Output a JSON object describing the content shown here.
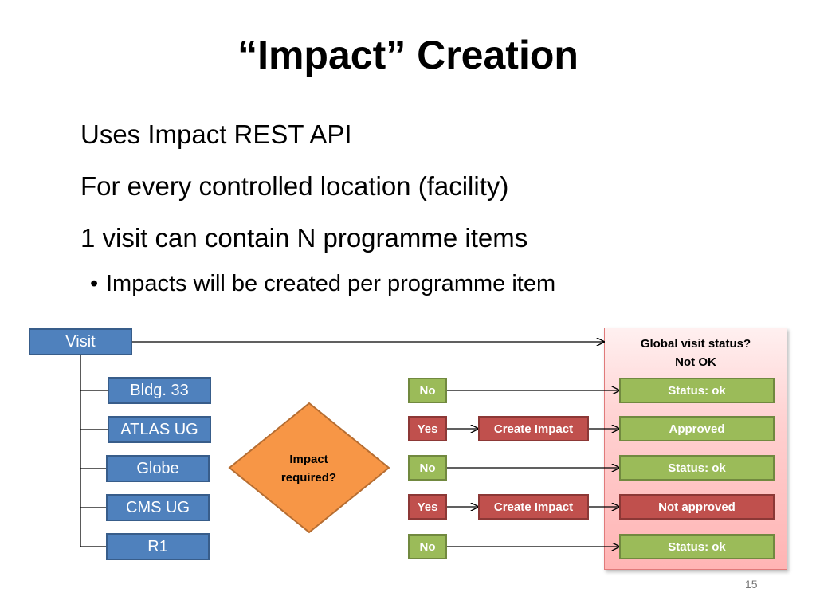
{
  "slide": {
    "title": "“Impact” Creation",
    "lines": [
      "Uses Impact REST API",
      "For every controlled location (facility)",
      "1 visit can contain N programme items"
    ],
    "bullet": "Impacts will be created per programme item",
    "page_number": "15"
  },
  "diagram": {
    "root": "Visit",
    "locations": [
      "Bldg. 33",
      "ATLAS UG",
      "Globe",
      "CMS UG",
      "R1"
    ],
    "decision": "Impact required?",
    "answers": [
      "No",
      "Yes",
      "No",
      "Yes",
      "No"
    ],
    "action": "Create Impact",
    "status_header": "Global visit status?",
    "status_header_value": "Not OK",
    "statuses": [
      "Status: ok",
      "Approved",
      "Status: ok",
      "Not approved",
      "Status: ok"
    ],
    "colors": {
      "blue": "#4f81bd",
      "green": "#9bbb59",
      "red": "#c0504d",
      "orange": "#f79646"
    }
  }
}
